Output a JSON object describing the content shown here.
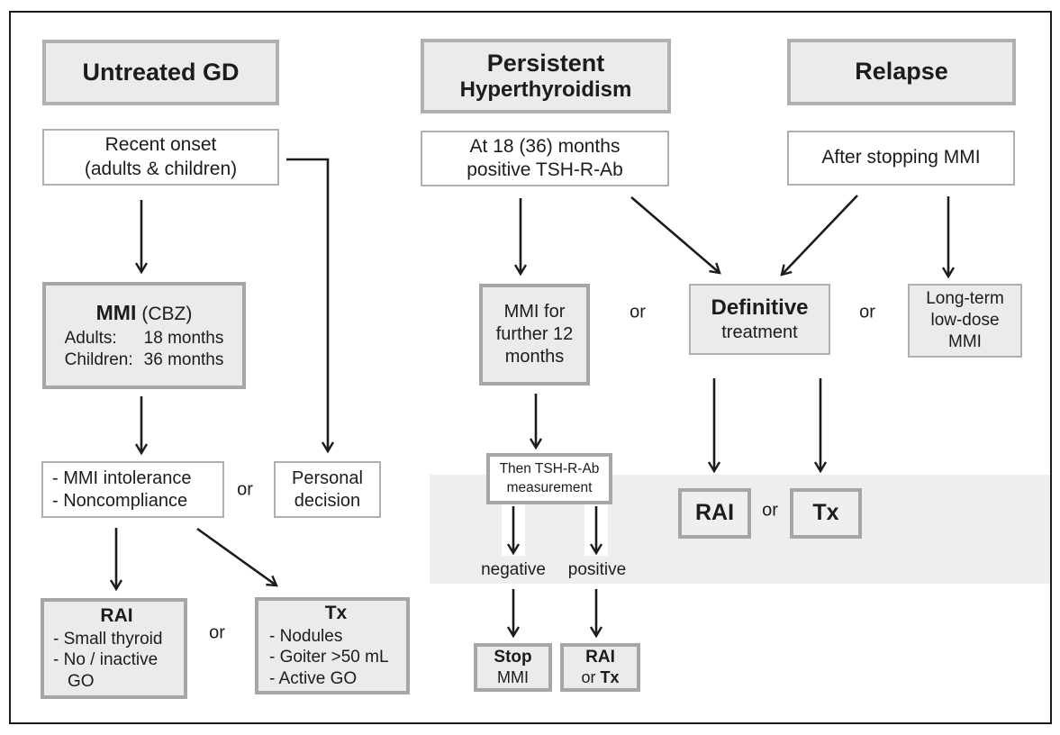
{
  "colors": {
    "fill": "#ebebeb",
    "border-light": "#b0b0b0",
    "border-dark": "#a6a6a6",
    "band": "#eeeeef",
    "text": "#1c1c1c"
  },
  "connectors": {
    "or": "or"
  },
  "nodes": {
    "untreated_gd": {
      "title": "Untreated GD"
    },
    "recent_onset": {
      "line1": "Recent onset",
      "line2": "(adults & children)"
    },
    "mmi_cbz": {
      "title_bold": "MMI",
      "title_note": "(CBZ)",
      "rows": [
        {
          "label": "Adults:",
          "value": "18 months"
        },
        {
          "label": "Children:",
          "value": "36 months"
        }
      ]
    },
    "mmi_intolerance": {
      "items": [
        "- MMI intolerance",
        "- Noncompliance"
      ]
    },
    "personal_decision": {
      "text": "Personal decision"
    },
    "rai_primary": {
      "title": "RAI",
      "items": [
        "-  Small thyroid",
        "-  No / inactive GO"
      ]
    },
    "tx_primary": {
      "title": "Tx",
      "items": [
        "-  Nodules",
        "-  Goiter >50 mL",
        "-  Active GO"
      ]
    },
    "persistent": {
      "line1": "Persistent",
      "line2": "Hyperthyroidism"
    },
    "at_18_months": {
      "line1": "At 18 (36) months",
      "line2": "positive TSH-R-Ab"
    },
    "mmi_further": {
      "text": "MMI for further 12 months"
    },
    "definitive": {
      "line1": "Definitive",
      "line2": "treatment"
    },
    "long_term": {
      "text": "Long-term low-dose MMI"
    },
    "then_tshrab": {
      "line1": "Then TSH-R-Ab",
      "line2": "measurement"
    },
    "negative_label": "negative",
    "positive_label": "positive",
    "rai_band": {
      "title": "RAI"
    },
    "tx_band": {
      "title": "Tx"
    },
    "stop_mmi": {
      "line1": "Stop",
      "line2": "MMI"
    },
    "rai_or_tx": {
      "line1": "RAI",
      "or": "or",
      "tx": "Tx"
    },
    "relapse": {
      "title": "Relapse"
    },
    "after_stopping": {
      "text": "After stopping MMI"
    }
  }
}
